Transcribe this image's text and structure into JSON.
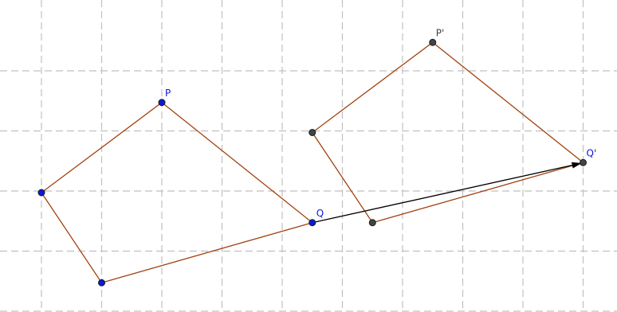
{
  "colors": {
    "original_points": "#0a1ad8",
    "image_points": "#444444",
    "edges": "#a0420f",
    "vector": "#000000",
    "grid": "#c0c0c0"
  },
  "labels": {
    "P": "P",
    "Q": "Q",
    "P_prime": "P'",
    "Q_prime": "Q'"
  },
  "grid_units": {
    "x_lines": [
      0,
      1,
      2,
      3,
      4,
      5,
      6,
      7,
      8,
      9,
      10
    ],
    "y_lines": [
      0,
      1,
      2,
      3,
      4
    ]
  },
  "original_quadrilateral": {
    "vertices": [
      {
        "id": "P",
        "label": "P",
        "x": 2,
        "y": 3.5
      },
      {
        "id": "Q",
        "label": "Q",
        "x": 4.5,
        "y": 1.5
      },
      {
        "id": "B",
        "label": "",
        "x": 1,
        "y": 0.5
      },
      {
        "id": "A",
        "label": "",
        "x": 0,
        "y": 2
      }
    ]
  },
  "image_quadrilateral": {
    "vertices": [
      {
        "id": "P'",
        "label": "P'",
        "x": 6.5,
        "y": 4.5
      },
      {
        "id": "Q'",
        "label": "Q'",
        "x": 9,
        "y": 2.5
      },
      {
        "id": "B'",
        "label": "",
        "x": 5.5,
        "y": 1.5
      },
      {
        "id": "A'",
        "label": "",
        "x": 4.5,
        "y": 3
      }
    ]
  },
  "translation_vector": {
    "from": "Q",
    "to": "Q'",
    "dx": 4.5,
    "dy": 1
  }
}
